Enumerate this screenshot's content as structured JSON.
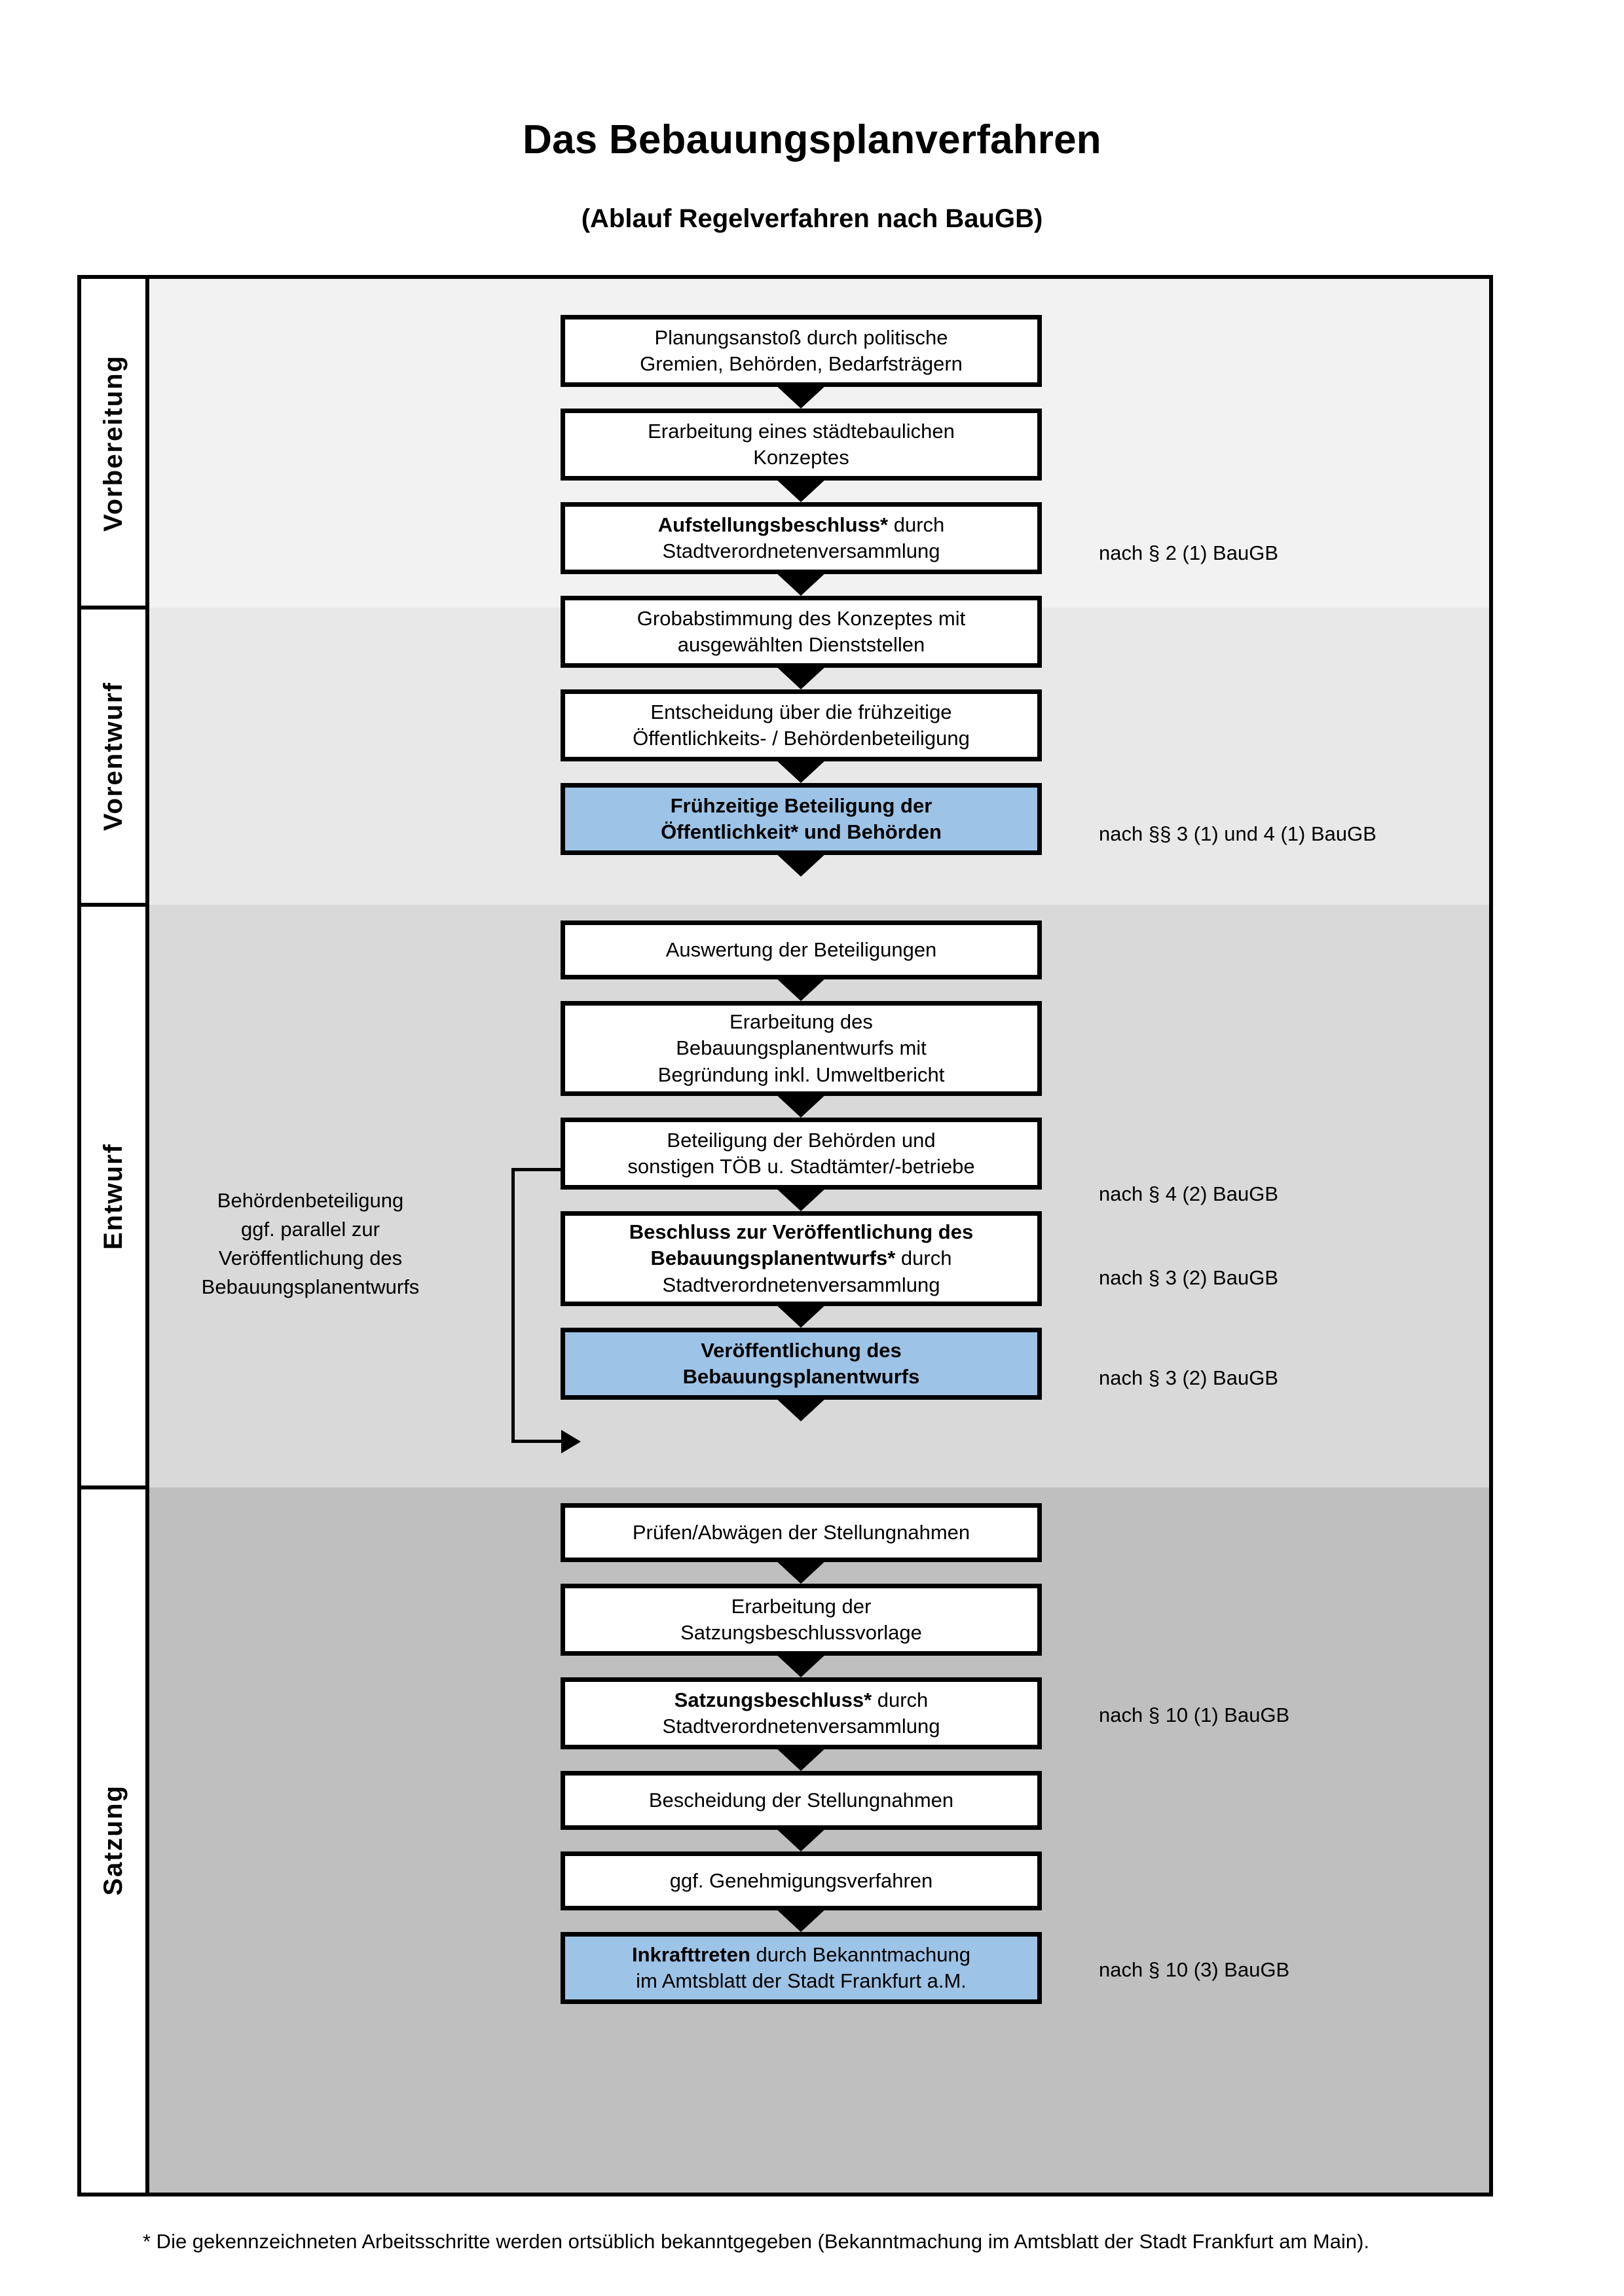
{
  "header": {
    "title": "Das Bebauungsplanverfahren",
    "subtitle": "(Ablauf Regelverfahren nach BauGB)"
  },
  "phases": [
    {
      "id": "vorbereitung",
      "label": "Vorbereitung",
      "bg": "#F2F2F2"
    },
    {
      "id": "vorentwurf",
      "label": "Vorentwurf",
      "bg": "#E8E8E8"
    },
    {
      "id": "entwurf",
      "label": "Entwurf",
      "bg": "#D9D9D9"
    },
    {
      "id": "satzung",
      "label": "Satzung",
      "bg": "#BFBFBF"
    }
  ],
  "steps": [
    {
      "id": "s1",
      "line1": "Planungsanstoß durch politische",
      "line2": "Gremien, Behörden, Bedarfsträgern",
      "highlight": false
    },
    {
      "id": "s2",
      "line1": "Erarbeitung eines städtebaulichen",
      "line2": "Konzeptes",
      "highlight": false
    },
    {
      "id": "s3",
      "lead": "Aufstellungsbeschluss*",
      "tail": " durch",
      "line2": "Stadtverordnetenversammlung",
      "highlight": false
    },
    {
      "id": "s4",
      "line1": "Grobabstimmung des Konzeptes mit",
      "line2": "ausgewählten Dienststellen",
      "highlight": false
    },
    {
      "id": "s5",
      "line1": "Entscheidung über die frühzeitige",
      "line2": "Öffentlichkeits- / Behördenbeteiligung",
      "highlight": false
    },
    {
      "id": "s6",
      "line1": "Frühzeitige Beteiligung der",
      "line2": "Öffentlichkeit* und Behörden",
      "highlight": true
    },
    {
      "id": "s7",
      "line1": "Auswertung der Beteiligungen",
      "highlight": false
    },
    {
      "id": "s8",
      "line1": "Erarbeitung des",
      "line2": "Bebauungsplanentwurfs mit",
      "line3": "Begründung inkl. Umweltbericht",
      "highlight": false
    },
    {
      "id": "s9",
      "line1": "Beteiligung der Behörden und",
      "line2": "sonstigen TÖB u. Stadtämter/-betriebe",
      "highlight": false
    },
    {
      "id": "s10",
      "line1": "Beschluss zur Veröffentlichung des",
      "lead": "Bebauungsplanentwurfs*",
      "tail": " durch",
      "line3": "Stadtverordnetenversammlung",
      "highlight": false
    },
    {
      "id": "s11",
      "line1": "Veröffentlichung des",
      "line2": "Bebauungsplanentwurfs",
      "highlight": true
    },
    {
      "id": "s12",
      "line1": "Prüfen/Abwägen der Stellungnahmen",
      "highlight": false
    },
    {
      "id": "s13",
      "line1": "Erarbeitung der",
      "line2": "Satzungsbeschlussvorlage",
      "highlight": false
    },
    {
      "id": "s14",
      "lead": "Satzungsbeschluss*",
      "tail": " durch",
      "line2": "Stadtverordnetenversammlung",
      "highlight": false
    },
    {
      "id": "s15",
      "line1": "Bescheidung der Stellungnahmen",
      "highlight": false
    },
    {
      "id": "s16",
      "line1": "ggf. Genehmigungsverfahren",
      "highlight": false
    },
    {
      "id": "s17",
      "lead": "Inkrafttreten",
      "tail": " durch Bekanntmachung",
      "line2": "im Amtsblatt der Stadt Frankfurt a.M.",
      "highlight": true
    }
  ],
  "references": [
    {
      "id": "r1",
      "text": "nach § 2 (1) BauGB"
    },
    {
      "id": "r2",
      "text": "nach §§ 3 (1) und 4 (1) BauGB"
    },
    {
      "id": "r3",
      "text": "nach § 4 (2) BauGB"
    },
    {
      "id": "r4",
      "text": "nach § 3 (2) BauGB"
    },
    {
      "id": "r5",
      "text": "nach § 3 (2) BauGB"
    },
    {
      "id": "r6",
      "text": "nach § 10 (1) BauGB"
    },
    {
      "id": "r7",
      "text": "nach § 10 (3) BauGB"
    }
  ],
  "sidenote": {
    "line1": "Behördenbeteiligung",
    "line2": "ggf. parallel zur",
    "line3": "Veröffentlichung des",
    "line4": "Bebauungsplanentwurfs"
  },
  "footnote": {
    "text": "* Die gekennzeichneten Arbeitsschritte werden ortsüblich bekanntgegeben (Bekanntmachung im Amtsblatt  der Stadt Frankfurt am Main)."
  },
  "colors": {
    "highlight_fill": "#9DC3E6",
    "outline": "#000000",
    "page": "#FFFFFF"
  }
}
